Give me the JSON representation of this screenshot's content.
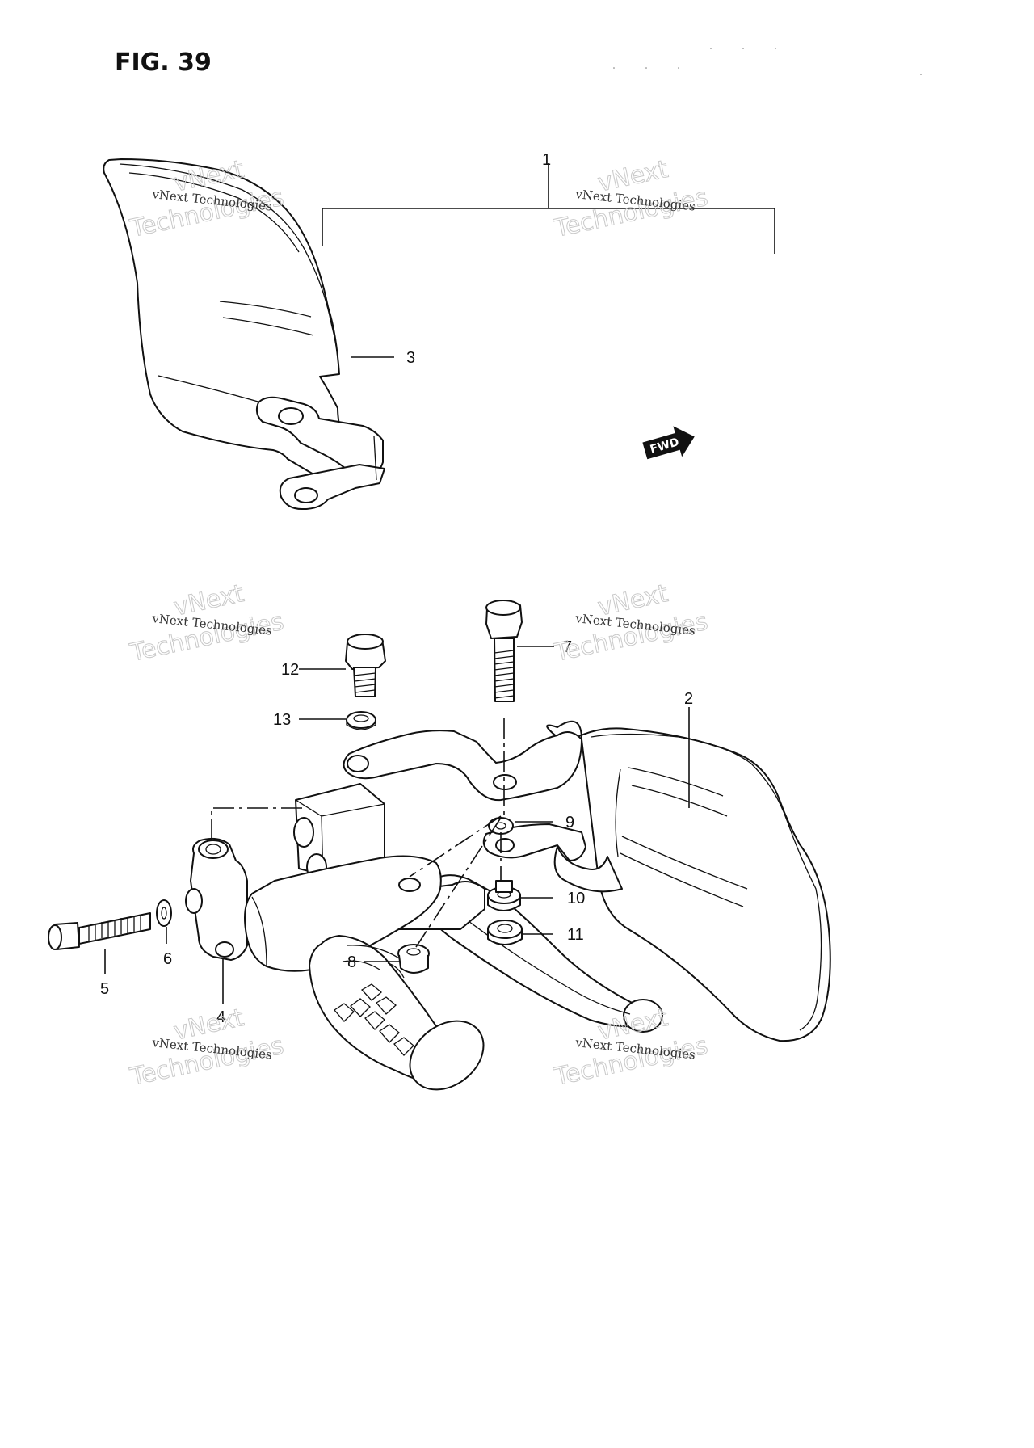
{
  "figure": {
    "title": "FIG. 39",
    "fwd_label": "FWD"
  },
  "callouts": [
    {
      "id": "1",
      "text": "1"
    },
    {
      "id": "2",
      "text": "2"
    },
    {
      "id": "3",
      "text": "3"
    },
    {
      "id": "4",
      "text": "4"
    },
    {
      "id": "5",
      "text": "5"
    },
    {
      "id": "6",
      "text": "6"
    },
    {
      "id": "7",
      "text": "7"
    },
    {
      "id": "8",
      "text": "8"
    },
    {
      "id": "9",
      "text": "9"
    },
    {
      "id": "10",
      "text": "10"
    },
    {
      "id": "11",
      "text": "11"
    },
    {
      "id": "12",
      "text": "12"
    },
    {
      "id": "13",
      "text": "13"
    }
  ],
  "watermark": {
    "small": "vNext Technologies",
    "line1": "vNext",
    "line2": "Technologies"
  }
}
